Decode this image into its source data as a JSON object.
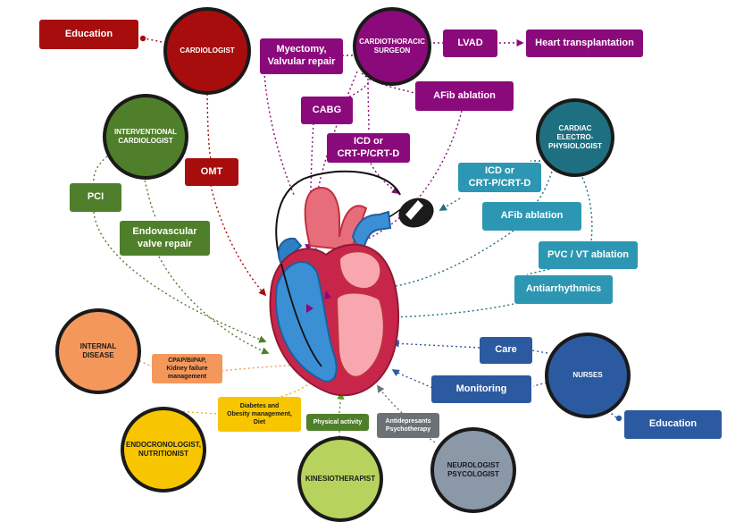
{
  "colors": {
    "red": "#a80d0d",
    "purple": "#8b0a7b",
    "green": "#4f7f2a",
    "teal": "#1e6f80",
    "cyan": "#2d97b3",
    "navy": "#2c5aa0",
    "orange": "#f4975b",
    "yellow": "#f7c600",
    "lime": "#b7d35e",
    "slate": "#8a98a8",
    "gray": "#6b7175"
  },
  "specialists": {
    "cardiologist": "CARDIOLOGIST",
    "cardiothoracic_surgeon": "CARDIOTHORACIC\nSURGEON",
    "interventional_cardiologist": "INTERVENTIONAL\nCARDIOLOGIST",
    "cardiac_electrophysiologist": "CARDIAC\nELECTRO-\nPHYSIOLOGIST",
    "internal_disease": "INTERNAL\nDISEASE",
    "endocrinologist": "ENDOCRONOLOGIST,\nNUTRITIONIST",
    "kinesiotherapist": "KINESIOTHERAPIST",
    "neurologist": "NEUROLOGIST\nPSYCOLOGIST",
    "nurses": "NURSES"
  },
  "tasks": {
    "education_cardiologist": "Education",
    "omt": "OMT",
    "myectomy": "Myectomy,\nValvular repair",
    "lvad": "LVAD",
    "heart_transplantation": "Heart transplantation",
    "cabg": "CABG",
    "afib_ablation_surgeon": "AFib ablation",
    "icd_surgeon": "ICD or\nCRT-P/CRT-D",
    "pci": "PCI",
    "endovascular_valve_repair": "Endovascular\nvalve repair",
    "icd_ep": "ICD or\nCRT-P/CRT-D",
    "afib_ablation_ep": "AFib ablation",
    "pvc_vt_ablation": "PVC / VT ablation",
    "antiarrhythmics": "Antiarrhythmics",
    "care": "Care",
    "monitoring": "Monitoring",
    "education_nurses": "Education",
    "cpap": "CPAP/BiPAP,\nKidney failure\nmanagement",
    "diabetes": "Diabetes and\nObesity management,\nDiet",
    "physical_activity": "Physical activity",
    "antidepressants": "Antidepresants\nPsychotherapy"
  }
}
